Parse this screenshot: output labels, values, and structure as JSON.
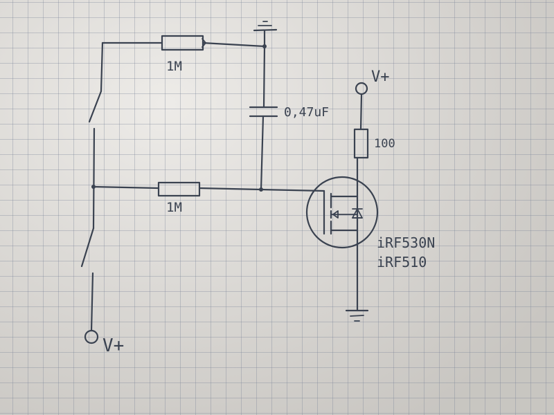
{
  "labels": {
    "top_resistor": "1M",
    "mid_resistor": "1M",
    "capacitor": "0,47uF",
    "drain_resistor": "100",
    "mosfet_part_1": "iRF530N",
    "mosfet_part_2": "iRF510",
    "supply_top": "V+",
    "supply_bottom": "V+"
  },
  "colors": {
    "ink": "#3a4250",
    "paper": "#e4e1dc",
    "grid": "#78829a"
  }
}
